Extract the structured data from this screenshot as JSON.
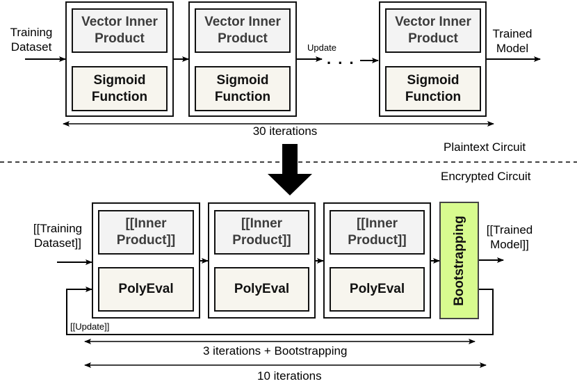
{
  "plaintext": {
    "section_label": "Plaintext Circuit",
    "input_label_line1": "Training",
    "input_label_line2": "Dataset",
    "output_label_line1": "Trained",
    "output_label_line2": "Model",
    "update_label": "Update",
    "ellipsis": ". . .",
    "blocks": [
      {
        "top": "Vector Inner Product",
        "bottom": "Sigmoid Function"
      },
      {
        "top": "Vector Inner Product",
        "bottom": "Sigmoid Function"
      },
      {
        "top": "Vector Inner Product",
        "bottom": "Sigmoid Function"
      }
    ],
    "span_label": "30 iterations"
  },
  "encrypted": {
    "section_label": "Encrypted Circuit",
    "input_label_line1": "[[Training",
    "input_label_line2": "Dataset]]",
    "output_label_line1": "[[Trained",
    "output_label_line2": "Model]]",
    "update_label": "[[Update]]",
    "blocks": [
      {
        "top_line1": "[[Inner",
        "top_line2": "Product]]",
        "bottom": "PolyEval"
      },
      {
        "top_line1": "[[Inner",
        "top_line2": "Product]]",
        "bottom": "PolyEval"
      },
      {
        "top_line1": "[[Inner",
        "top_line2": "Product]]",
        "bottom": "PolyEval"
      }
    ],
    "bootstrapping_label": "Bootstrapping",
    "span_label_inner": "3 iterations + Bootstrapping",
    "span_label_outer": "10 iterations"
  },
  "colors": {
    "inner_product_fill": "#f3f3f3",
    "function_fill": "#f7f5ee",
    "bootstrapping_fill": "#d8fb8f"
  }
}
